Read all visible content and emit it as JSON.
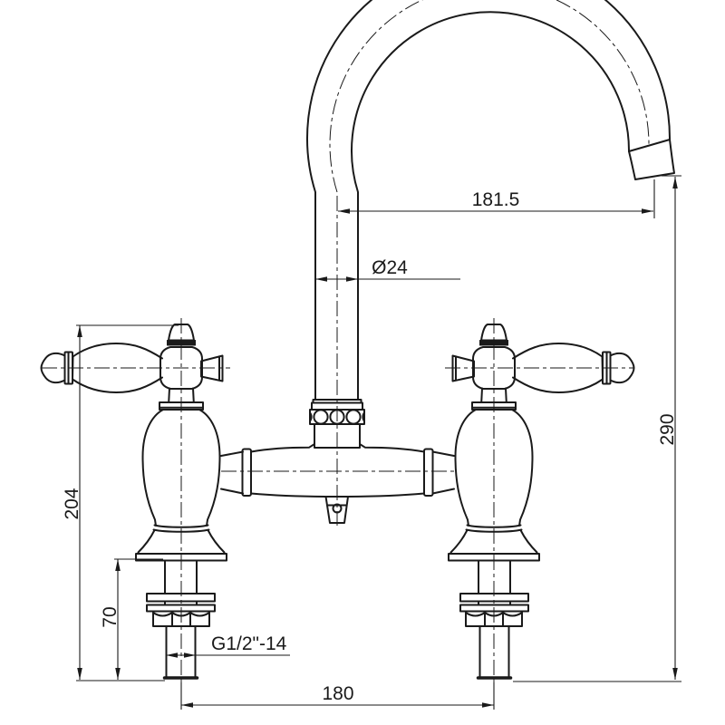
{
  "drawing": {
    "type": "technical-line-drawing",
    "subject": "two-handle bridge mixer faucet, front elevation with dimensions",
    "colors": {
      "line": "#1a1a1a",
      "background": "#ffffff"
    }
  },
  "dims": {
    "spout_reach": "181.5",
    "spout_diameter": "Ø24",
    "height_to_outlet": "290",
    "height_to_handle": "204",
    "shank_length": "70",
    "thread": "G1/2\"-14",
    "hole_centres": "180"
  }
}
